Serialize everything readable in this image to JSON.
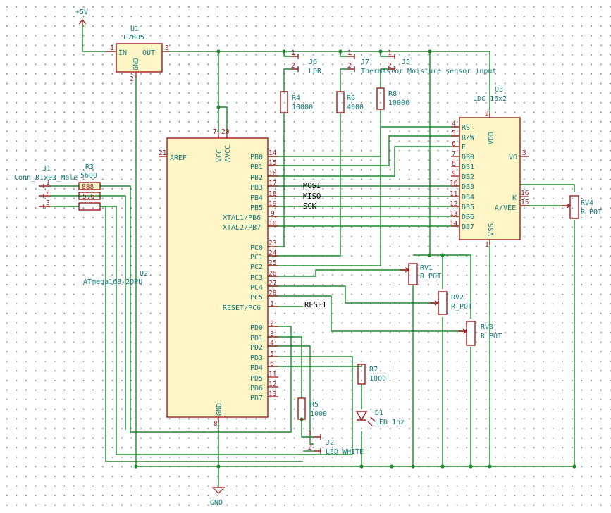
{
  "power": {
    "v5": "+5V",
    "gnd": "GND"
  },
  "u1": {
    "ref": "U1",
    "value": "L7805",
    "in_label": "IN",
    "out_label": "OUT",
    "gnd_label": "GND",
    "pin_in": "1",
    "pin_out": "3",
    "pin_gnd": "2"
  },
  "u2": {
    "ref": "U2",
    "value": "ATmega168-20PU",
    "pins_left_label": "AREF",
    "pin_aref": "21",
    "vcc": "VCC",
    "avcc": "AVCC",
    "pin_vcc": "7",
    "pin_avcc": "20",
    "gnd_label": "GND",
    "pin_gnd": "8",
    "right_pins": [
      {
        "name": "PB0",
        "num": "14"
      },
      {
        "name": "PB1",
        "num": "15"
      },
      {
        "name": "PB2",
        "num": "16"
      },
      {
        "name": "PB3",
        "num": "17"
      },
      {
        "name": "PB4",
        "num": "18"
      },
      {
        "name": "PB5",
        "num": "19"
      },
      {
        "name": "XTAL1/PB6",
        "num": "9"
      },
      {
        "name": "XTAL2/PB7",
        "num": "10"
      },
      {
        "name": "PC0",
        "num": "23"
      },
      {
        "name": "PC1",
        "num": "24"
      },
      {
        "name": "PC2",
        "num": "25"
      },
      {
        "name": "PC3",
        "num": "26"
      },
      {
        "name": "PC4",
        "num": "27"
      },
      {
        "name": "PC5",
        "num": "28"
      },
      {
        "name": "RESET/PC6",
        "num": "1"
      },
      {
        "name": "PD0",
        "num": "2"
      },
      {
        "name": "PD1",
        "num": "3"
      },
      {
        "name": "PD2",
        "num": "4"
      },
      {
        "name": "PD3",
        "num": "5"
      },
      {
        "name": "PD4",
        "num": "6"
      },
      {
        "name": "PD5",
        "num": "11"
      },
      {
        "name": "PD6",
        "num": "12"
      },
      {
        "name": "PD7",
        "num": "13"
      }
    ]
  },
  "u3": {
    "ref": "U3",
    "value": "LDC 16x2",
    "vdd": "VDD",
    "vss": "VSS",
    "vo": "VO",
    "k": "K",
    "avee": "A/VEE",
    "pin_vdd": "2",
    "pin_vss": "1",
    "pin_vo": "3",
    "pin_k": "16",
    "pin_avee": "15",
    "left_pins": [
      {
        "name": "RS",
        "num": "4"
      },
      {
        "name": "R/W",
        "num": "5"
      },
      {
        "name": "E",
        "num": "6"
      },
      {
        "name": "DB0",
        "num": "7"
      },
      {
        "name": "DB1",
        "num": "8"
      },
      {
        "name": "DB2",
        "num": "9"
      },
      {
        "name": "DB3",
        "num": "10"
      },
      {
        "name": "DB4",
        "num": "11"
      },
      {
        "name": "DB5",
        "num": "12"
      },
      {
        "name": "DB6",
        "num": "13"
      },
      {
        "name": "DB7",
        "num": "14"
      }
    ]
  },
  "nets": {
    "mosi": "MOSI",
    "miso": "MISO",
    "sck": "SCK",
    "reset": "RESET"
  },
  "j6": {
    "ref": "J6",
    "value": "LDR"
  },
  "j7": {
    "ref": "J7",
    "value": "Thermistor"
  },
  "j5": {
    "ref": "J5",
    "value": "Moisture sensor input"
  },
  "j1": {
    "ref": "J1",
    "value": "Conn_01x03_Male",
    "p1": "1",
    "p2": "2",
    "p3": "3"
  },
  "j2": {
    "ref": "J2",
    "value": "LED WHITE",
    "p1": "1",
    "p2": "2"
  },
  "r4": {
    "ref": "R4",
    "value": "10000"
  },
  "r6": {
    "ref": "R6",
    "value": "4000"
  },
  "r8": {
    "ref": "R8",
    "value": "10000"
  },
  "r3": {
    "ref": "R3",
    "value": "5600",
    "body_top": "888",
    "body_mid": "5.6"
  },
  "r5": {
    "ref": "R5",
    "value": "1000"
  },
  "r7": {
    "ref": "R7",
    "value": "1000"
  },
  "d1": {
    "ref": "D1",
    "value": "LED 1hz"
  },
  "rv1": {
    "ref": "RV1",
    "value": "R_POT"
  },
  "rv2": {
    "ref": "RV2",
    "value": "R_POT"
  },
  "rv3": {
    "ref": "RV3",
    "value": "R_POT"
  },
  "rv4": {
    "ref": "RV4",
    "value": "R_POT"
  },
  "pin_1": "1",
  "pin_2": "2",
  "pin_3": "3"
}
